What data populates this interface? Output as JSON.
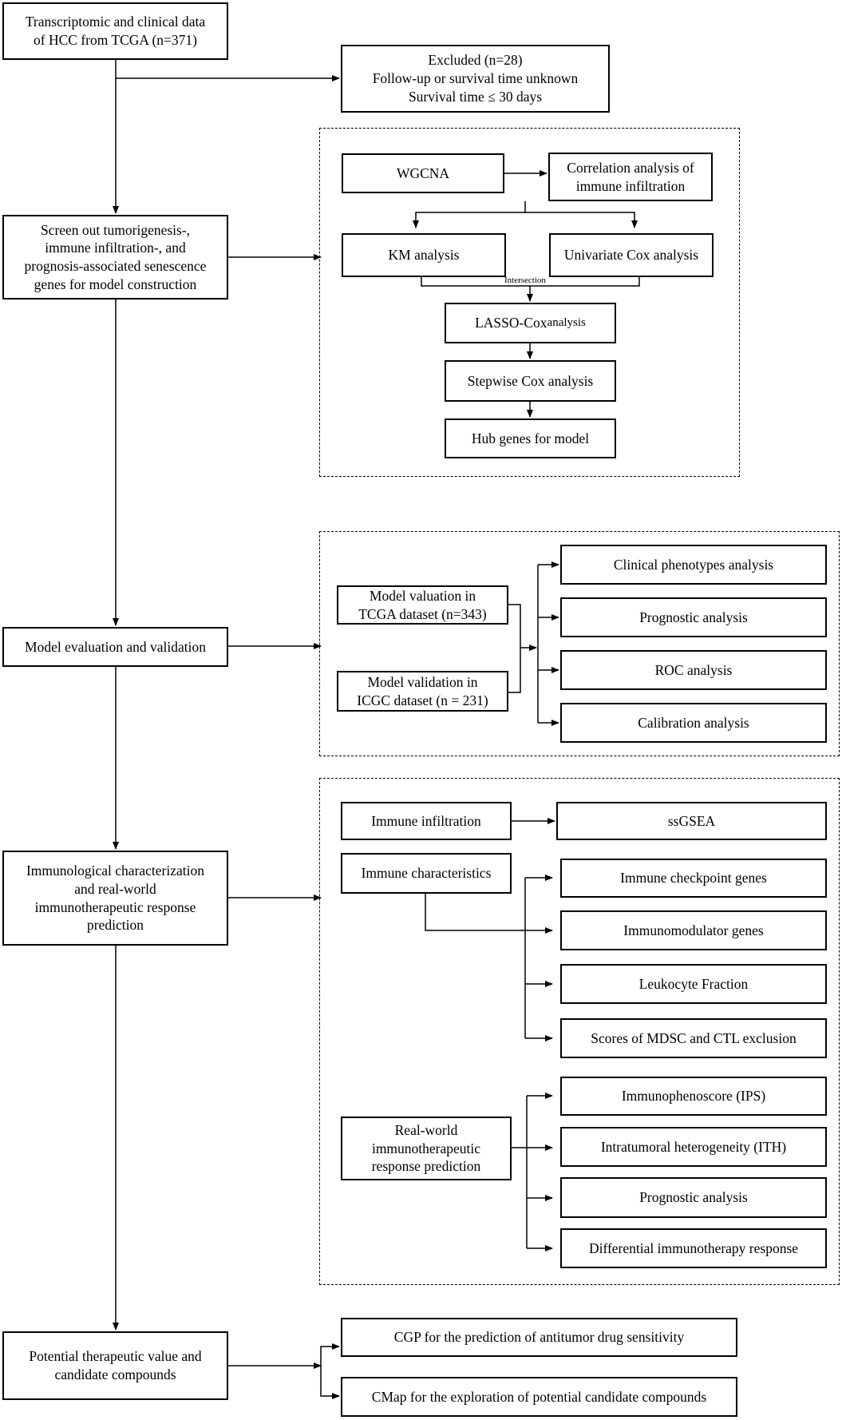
{
  "main_flow": {
    "input": "Transcriptomic and clinical data\nof HCC from TCGA (n=371)",
    "screen": "Screen out  tumorigenesis-,\nimmune infiltration-, and\nprognosis-associated senescence\ngenes for model construction",
    "evaluation": "Model evaluation and validation",
    "immunological": "Immunological characterization\nand real-world\nimmunotherapeutic response\nprediction",
    "therapeutic": "Potential therapeutic value and\ncandidate compounds"
  },
  "excluded": "Excluded (n=28)\nFollow-up or survival time unknown\nSurvival time ≤ 30 days",
  "construction": {
    "wgcna": "WGCNA",
    "correlation": "Correlation analysis of\nimmune infiltration",
    "km": "KM analysis",
    "univariate": "Univariate Cox analysis",
    "intersection": "Intersection",
    "lasso_main": "LASSO-Cox",
    "lasso_suffix": " analysis",
    "stepwise": "Stepwise Cox analysis",
    "hub": "Hub genes for model"
  },
  "evaluation_panel": {
    "tcga": "Model valuation in\nTCGA dataset (n=343)",
    "icgc": "Model validation in\nICGC dataset (n = 231)",
    "analyses": [
      "Clinical phenotypes analysis",
      "Prognostic analysis",
      "ROC analysis",
      "Calibration analysis"
    ]
  },
  "immune_panel": {
    "infiltration": "Immune infiltration",
    "ssgsea": "ssGSEA",
    "characteristics": "Immune characteristics",
    "char_items": [
      "Immune checkpoint genes",
      "Immunomodulator genes",
      "Leukocyte Fraction",
      "Scores of MDSC and CTL exclusion"
    ],
    "realworld": "Real-world\nimmunotherapeutic\nresponse prediction",
    "rw_items": [
      "Immunophenoscore (IPS)",
      "Intratumoral heterogeneity (ITH)",
      "Prognostic analysis",
      "Differential immunotherapy response"
    ]
  },
  "therapeutic_panel": {
    "cgp": "CGP for the prediction of antitumor drug sensitivity",
    "cmap": "CMap for the exploration of potential candidate compounds"
  }
}
